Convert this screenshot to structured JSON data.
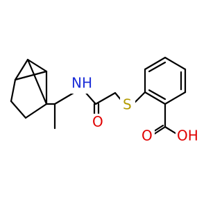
{
  "molecule": {
    "labels": {
      "amide_nitrogen": "NH",
      "thioether_sulfur": "S",
      "amide_oxygen": "O",
      "acid_oxygen": "O",
      "acid_hydroxyl": "OH"
    },
    "colors": {
      "bond": "#000000",
      "oxygen": "#e00000",
      "nitrogen": "#1b2dd8",
      "sulfur": "#b39b00",
      "background": "#ffffff"
    }
  }
}
